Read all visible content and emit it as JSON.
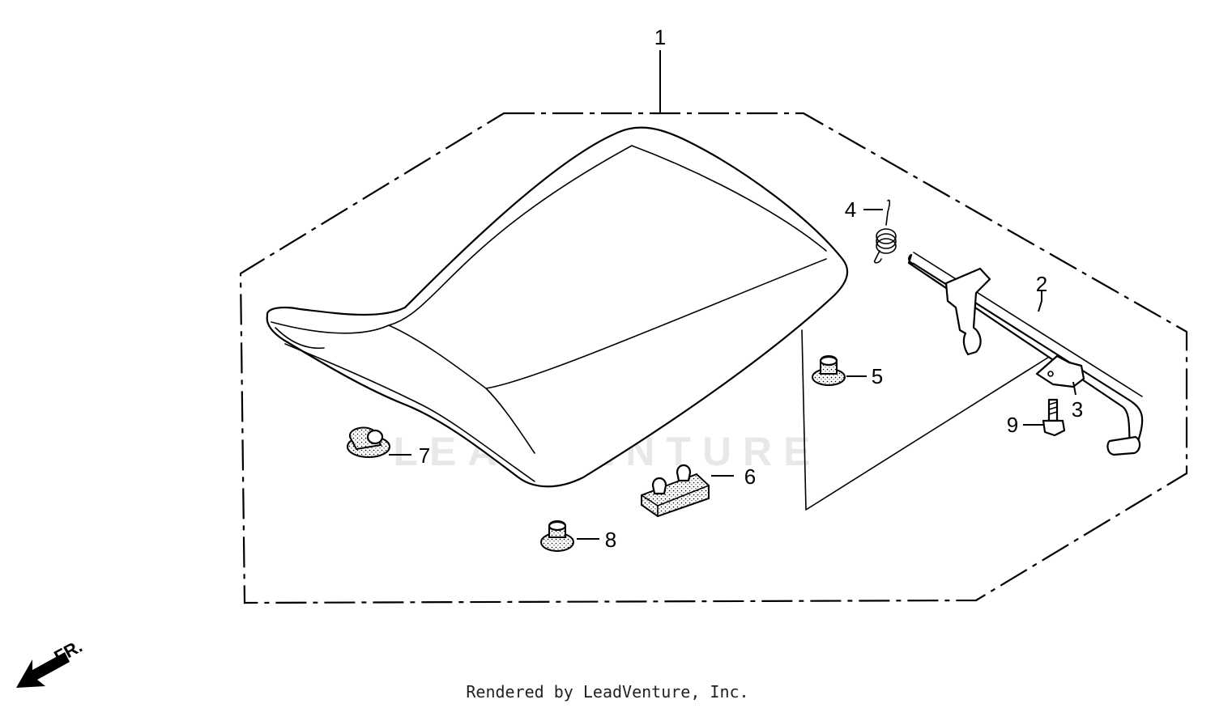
{
  "parts": {
    "p1": "1",
    "p2": "2",
    "p3": "3",
    "p4": "4",
    "p5": "5",
    "p6": "6",
    "p7": "7",
    "p8": "8",
    "p9": "9"
  },
  "front_indicator": "FR.",
  "watermark": "LEADVENTURE",
  "credit": "Rendered by LeadVenture, Inc."
}
